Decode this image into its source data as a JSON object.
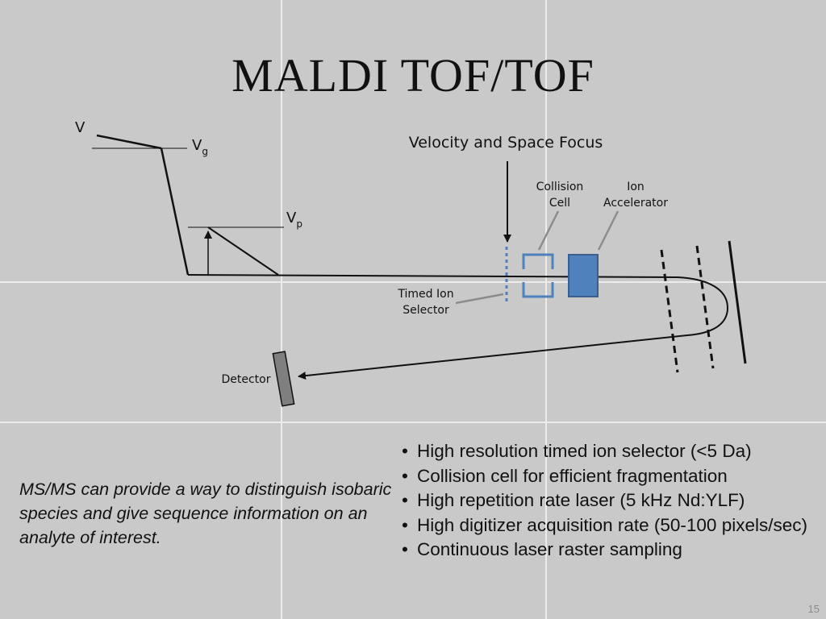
{
  "slide": {
    "title": "MALDI TOF/TOF",
    "page_number": "15"
  },
  "diagram": {
    "voltage_v": "V",
    "voltage_g_main": "V",
    "voltage_g_sub": "g",
    "voltage_p_main": "V",
    "voltage_p_sub": "p",
    "focus_label": "Velocity and Space Focus",
    "collision_cell_line1": "Collision",
    "collision_cell_line2": "Cell",
    "ion_accelerator_line1": "Ion",
    "ion_accelerator_line2": "Accelerator",
    "timed_selector_line1": "Timed Ion",
    "timed_selector_line2": "Selector",
    "detector_label": "Detector",
    "colors": {
      "component_blue": "#4f81bd",
      "detector_gray": "#7f7f7f",
      "line": "#111111"
    }
  },
  "summary": "MS/MS can provide a way to distinguish isobaric species and give sequence information on an analyte of interest.",
  "features": [
    "High resolution timed ion selector (<5 Da)",
    "Collision cell for efficient fragmentation",
    "High repetition rate laser (5 kHz Nd:YLF)",
    "High digitizer acquisition rate (50-100 pixels/sec)",
    "Continuous laser raster sampling"
  ]
}
